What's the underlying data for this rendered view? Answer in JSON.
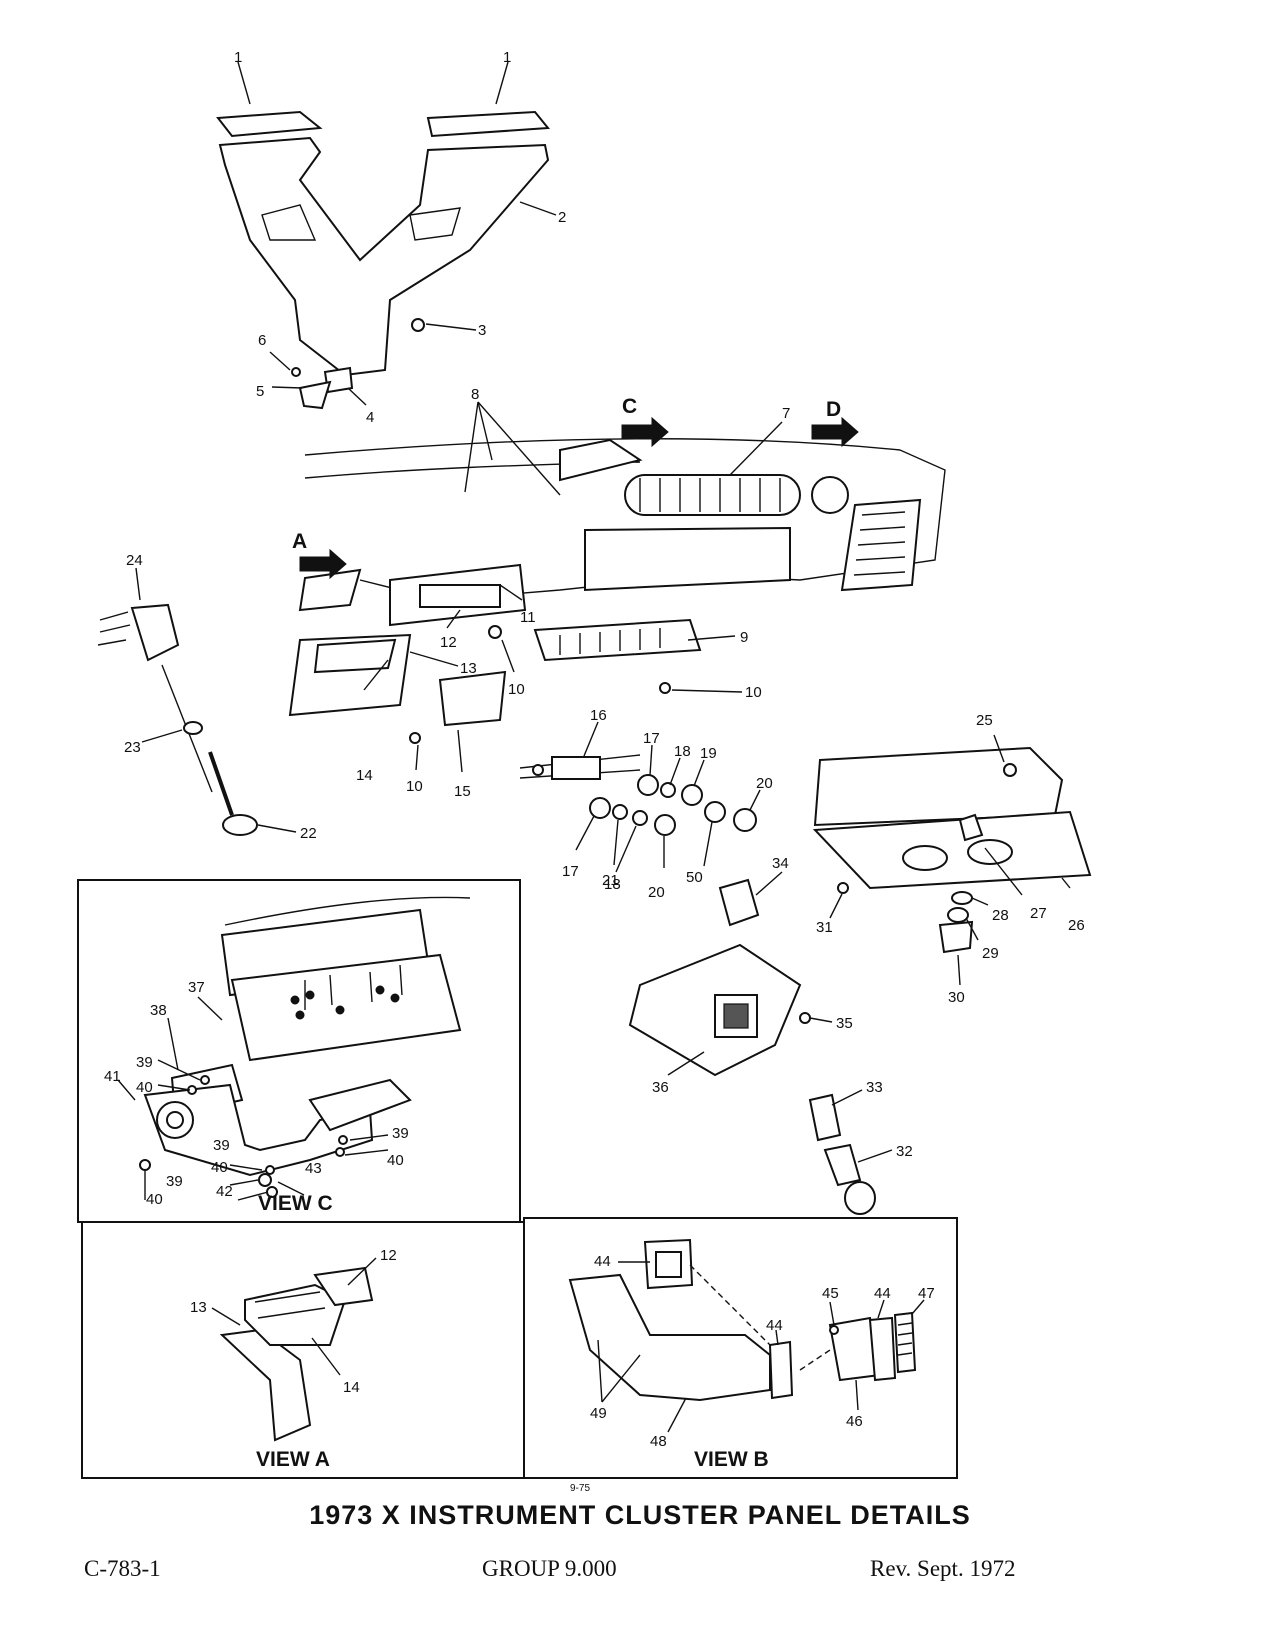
{
  "title": "1973 X INSTRUMENT CLUSTER PANEL DETAILS",
  "page_number": "9-75",
  "footer": {
    "code": "C-783-1",
    "group": "GROUP 9.000",
    "revision": "Rev. Sept. 1972"
  },
  "views": {
    "c": "VIEW C",
    "a": "VIEW A",
    "b": "VIEW B"
  },
  "arrows": {
    "a": "A",
    "c": "C",
    "d": "D"
  },
  "callouts": {
    "c1a": "1",
    "c1b": "1",
    "c2": "2",
    "c3": "3",
    "c4": "4",
    "c5": "5",
    "c6": "6",
    "c7": "7",
    "c8": "8",
    "c9": "9",
    "c10a": "10",
    "c10b": "10",
    "c10c": "10",
    "c11": "11",
    "c12": "12",
    "c13": "13",
    "c14": "14",
    "c15": "15",
    "c16": "16",
    "c17a": "17",
    "c17b": "17",
    "c18a": "18",
    "c18b": "18",
    "c19": "19",
    "c20a": "20",
    "c20b": "20",
    "c21": "21",
    "c22": "22",
    "c23": "23",
    "c24": "24",
    "c25": "25",
    "c26": "26",
    "c27": "27",
    "c28": "28",
    "c29": "29",
    "c30": "30",
    "c31": "31",
    "c32": "32",
    "c33": "33",
    "c34": "34",
    "c35": "35",
    "c36": "36",
    "c50": "50",
    "vc37": "37",
    "vc38": "38",
    "vc39a": "39",
    "vc39b": "39",
    "vc39c": "39",
    "vc39d": "39",
    "vc40a": "40",
    "vc40b": "40",
    "vc40c": "40",
    "vc40d": "40",
    "vc41": "41",
    "vc42": "42",
    "vc43": "43",
    "va12": "12",
    "va13": "13",
    "va14": "14",
    "vb44a": "44",
    "vb44b": "44",
    "vb44c": "44",
    "vb45": "45",
    "vb46": "46",
    "vb47": "47",
    "vb48": "48",
    "vb49": "49"
  }
}
